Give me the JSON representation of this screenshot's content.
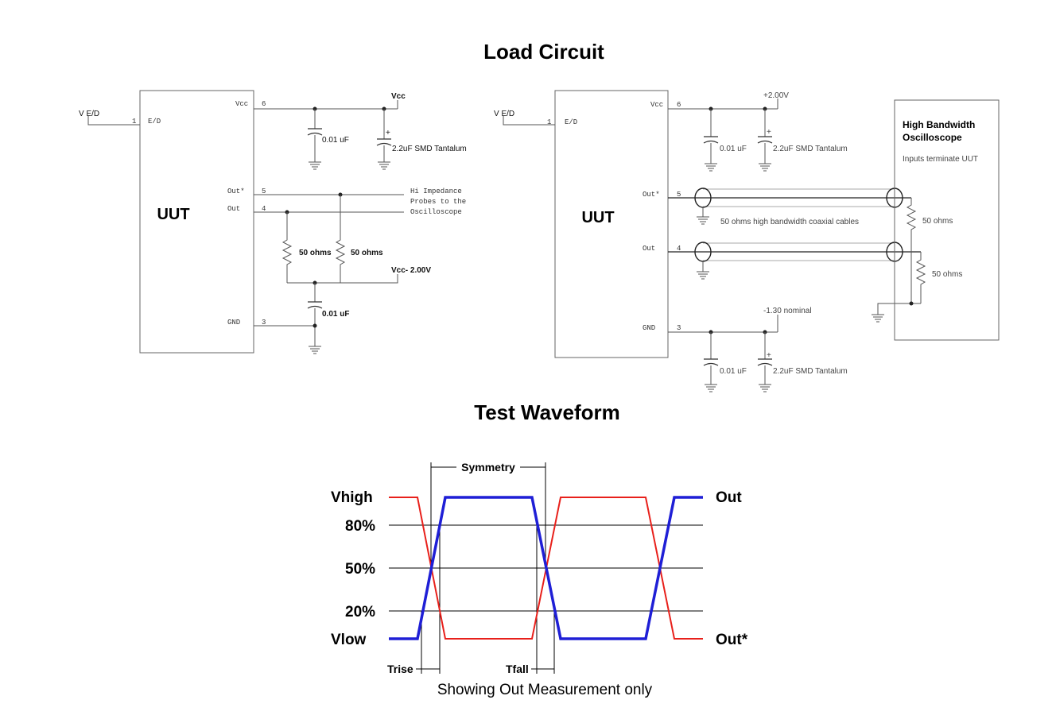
{
  "titles": {
    "load_circuit": "Load Circuit",
    "test_waveform": "Test Waveform"
  },
  "left_circuit": {
    "input_label": "V E/D",
    "pin1_num": "1",
    "pin1_name": "E/D",
    "vcc_pin_name": "Vcc",
    "vcc_pin_num": "6",
    "vcc_rail": "Vcc",
    "cap1": "0.01 uF",
    "tant_cap": "2.2uF SMD Tantalum",
    "plus": "+",
    "outstar_name": "Out*",
    "outstar_num": "5",
    "out_name": "Out",
    "out_num": "4",
    "probes_note": [
      "Hi Impedance",
      "Probes to the",
      "Oscilloscope"
    ],
    "res1": "50 ohms",
    "res2": "50 ohms",
    "vtt": "Vcc- 2.00V",
    "cap2": "0.01 uF",
    "gnd_name": "GND",
    "gnd_num": "3",
    "uut": "UUT"
  },
  "right_circuit": {
    "input_label": "V E/D",
    "pin1_num": "1",
    "pin1_name": "E/D",
    "vcc_pin_name": "Vcc",
    "vcc_pin_num": "6",
    "vcc_rail": "+2.00V",
    "cap1": "0.01 uF",
    "tant_cap": "2.2uF SMD Tantalum",
    "plus": "+",
    "outstar_name": "Out*",
    "outstar_num": "5",
    "out_name": "Out",
    "out_num": "4",
    "coax_label": "50 ohms high bandwidth coaxial cables",
    "res1": "50 ohms",
    "res2": "50 ohms",
    "neg_rail": "-1.30 nominal",
    "cap2": "0.01 uF",
    "tant_cap2": "2.2uF SMD Tantalum",
    "gnd_name": "GND",
    "gnd_num": "3",
    "uut": "UUT",
    "scope_title": [
      "High Bandwidth",
      "Oscilloscope"
    ],
    "scope_note": "Inputs terminate UUT"
  },
  "waveform": {
    "levels": {
      "vhigh": "Vhigh",
      "p80": "80%",
      "p50": "50%",
      "p20": "20%",
      "vlow": "Vlow"
    },
    "out_label": "Out",
    "outstar_label": "Out*",
    "symmetry": "Symmetry",
    "trise": "Trise",
    "tfall": "Tfall",
    "caption": "Showing Out Measurement only",
    "colors": {
      "out": "#1f1fd6",
      "outstar": "#e8201b"
    }
  }
}
